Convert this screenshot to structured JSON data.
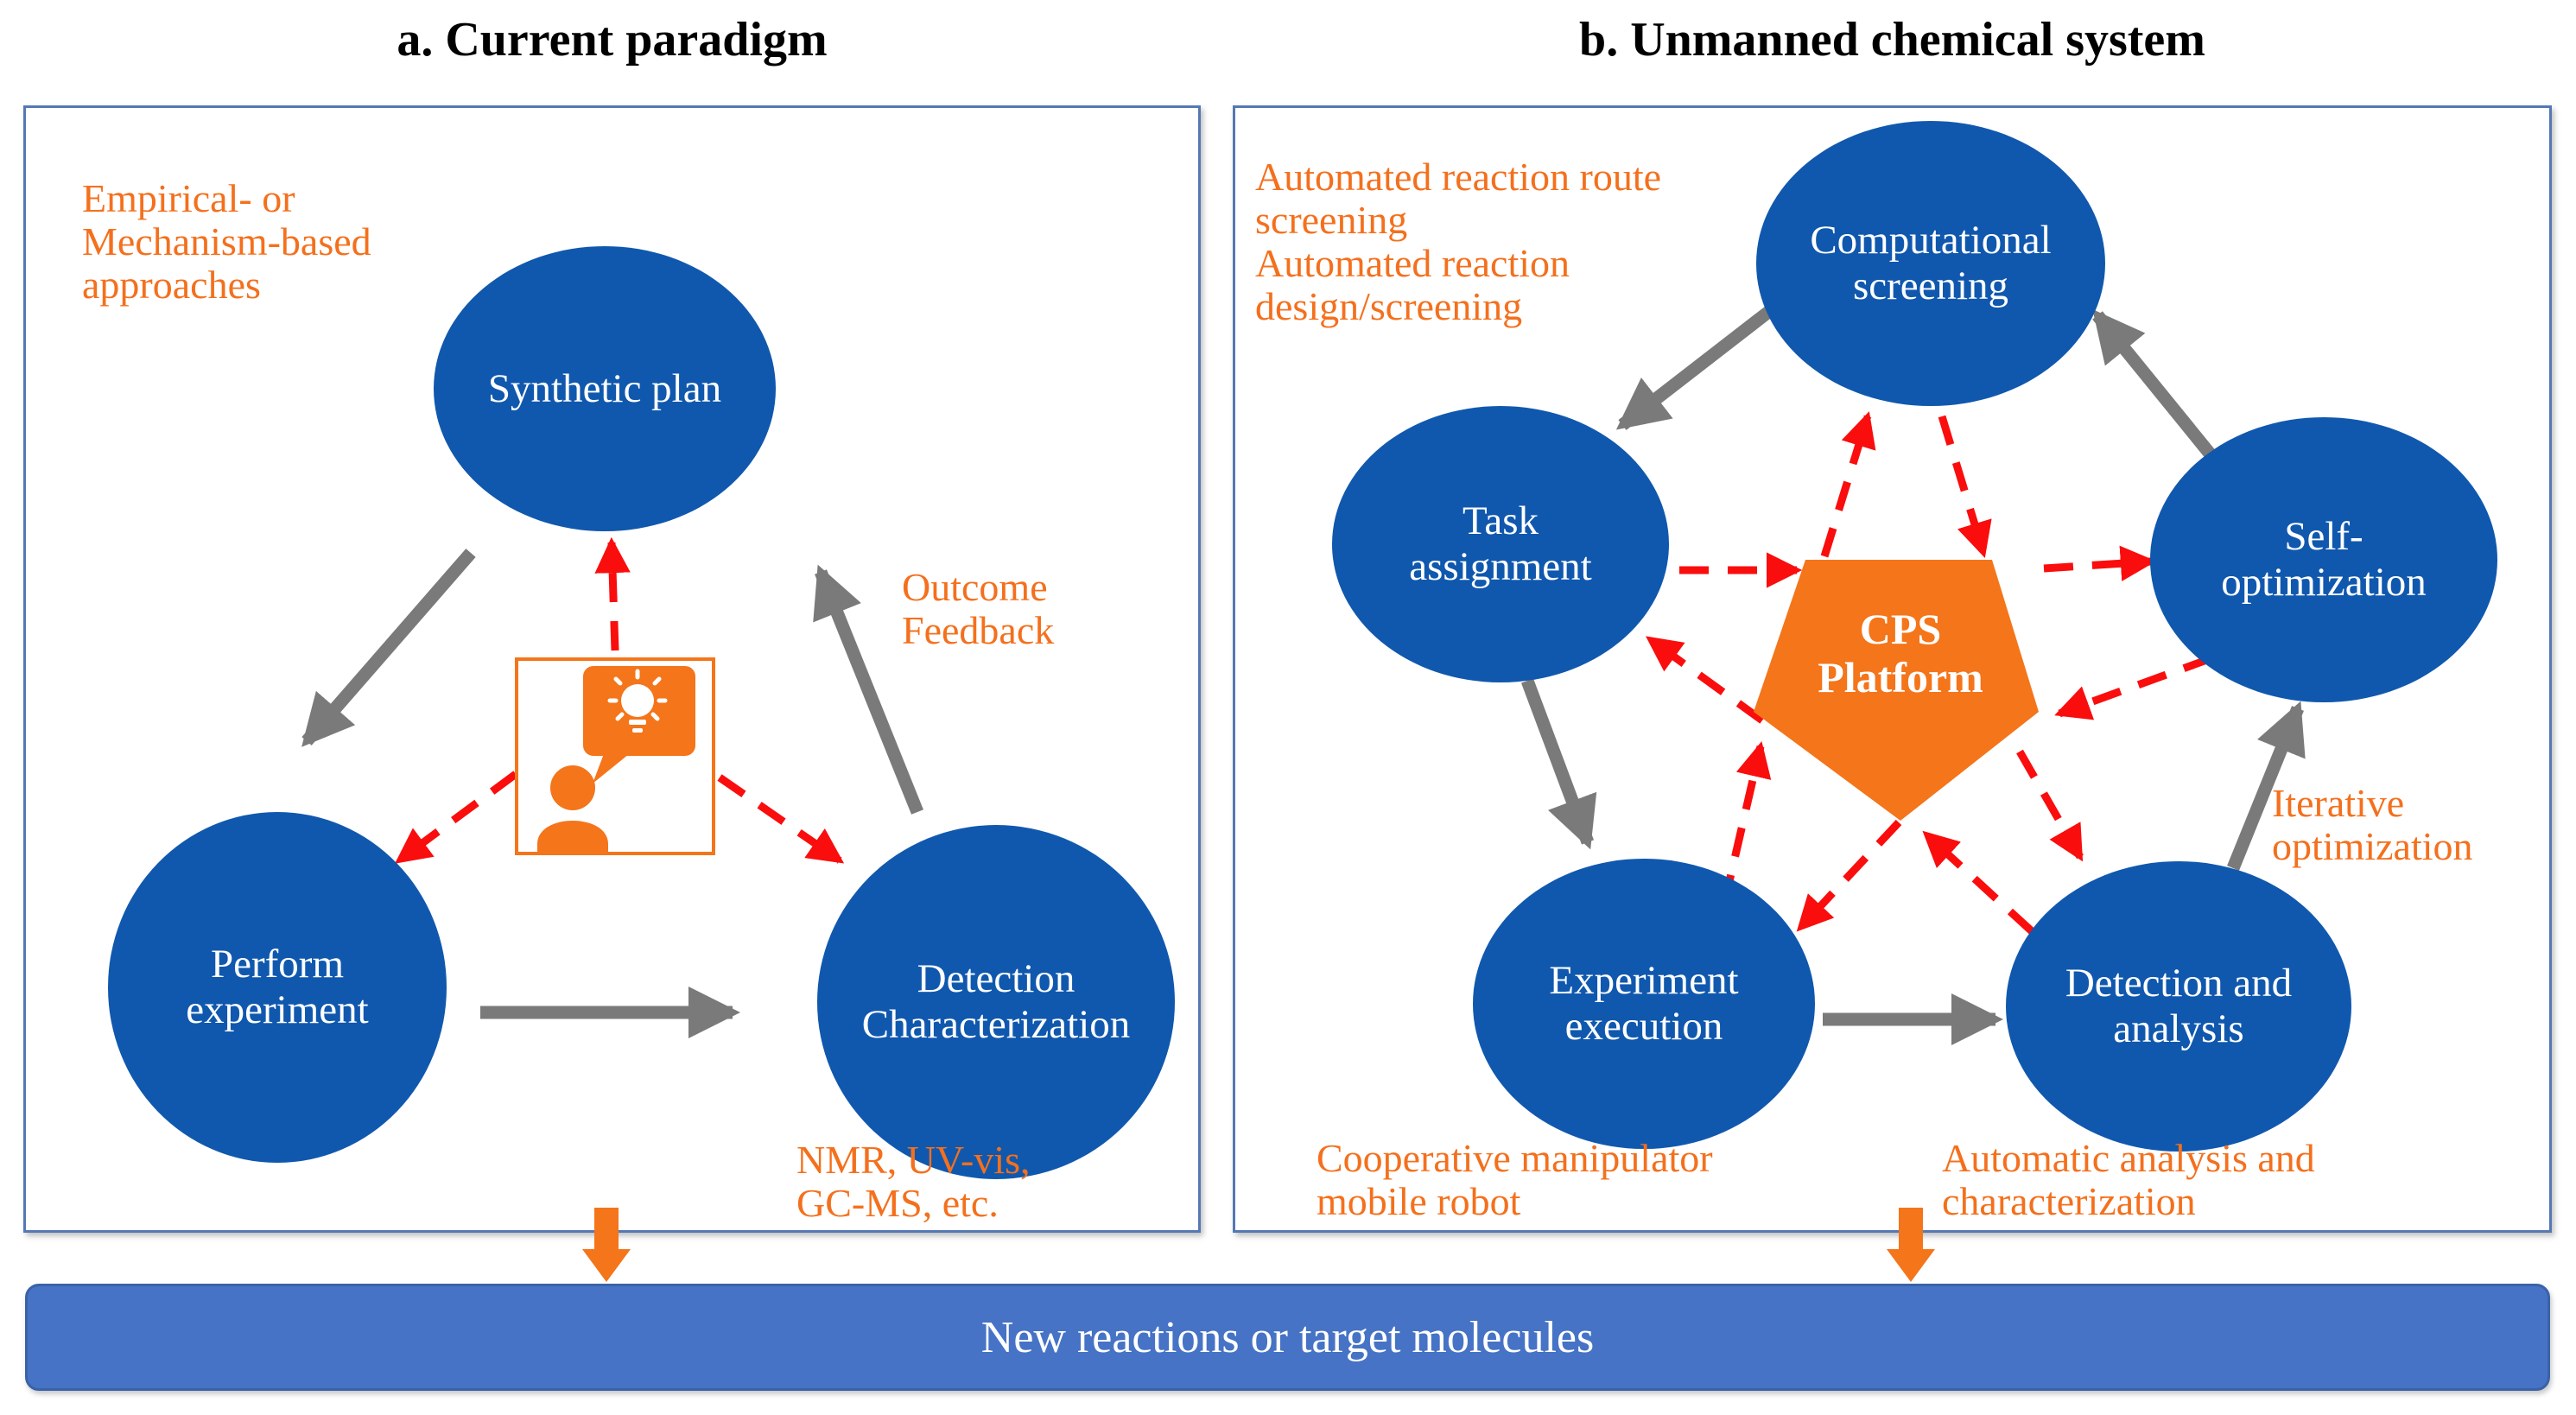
{
  "panel_a": {
    "title": "a. Current paradigm",
    "nodes": {
      "synthetic_plan": {
        "lines": [
          "Synthetic plan"
        ]
      },
      "perform_experiment": {
        "lines": [
          "Perform",
          "experiment"
        ]
      },
      "detection_characterization": {
        "lines": [
          "Detection",
          "Characterization"
        ]
      }
    },
    "annotations": {
      "approaches": {
        "lines": [
          "Empirical- or",
          "Mechanism-based",
          "approaches"
        ]
      },
      "outcome_feedback": {
        "lines": [
          "Outcome",
          "Feedback"
        ]
      },
      "instruments": {
        "lines": [
          "NMR, UV-vis,",
          "GC-MS, etc."
        ]
      }
    },
    "human_icon": "scientist-with-idea"
  },
  "panel_b": {
    "title": "b. Unmanned chemical system",
    "hub": {
      "lines": [
        "CPS",
        "Platform"
      ]
    },
    "nodes": {
      "computational_screening": {
        "lines": [
          "Computational",
          "screening"
        ]
      },
      "task_assignment": {
        "lines": [
          "Task",
          "assignment"
        ]
      },
      "self_optimization": {
        "lines": [
          "Self-",
          "optimization"
        ]
      },
      "experiment_execution": {
        "lines": [
          "Experiment",
          "execution"
        ]
      },
      "detection_analysis": {
        "lines": [
          "Detection and",
          "analysis"
        ]
      }
    },
    "annotations": {
      "automated": {
        "lines": [
          "Automated reaction route",
          "screening",
          "Automated reaction",
          "design/screening"
        ]
      },
      "iterative": {
        "lines": [
          "Iterative",
          "optimization"
        ]
      },
      "cooperative": {
        "lines": [
          "Cooperative manipulator",
          "mobile robot"
        ]
      },
      "automatic": {
        "lines": [
          "Automatic analysis and",
          "characterization"
        ]
      }
    }
  },
  "footer": {
    "label": "New reactions or target molecules"
  },
  "colors": {
    "node_blue": "#1058AE",
    "footer_blue": "#4673C5",
    "footer_border": "#3A62A8",
    "panel_border": "#5578B4",
    "orange": "#F4751A",
    "orange_text": "#F4701D",
    "red": "#FA0D0D",
    "grey": "#7A7A7A",
    "title_color": "#000000"
  }
}
